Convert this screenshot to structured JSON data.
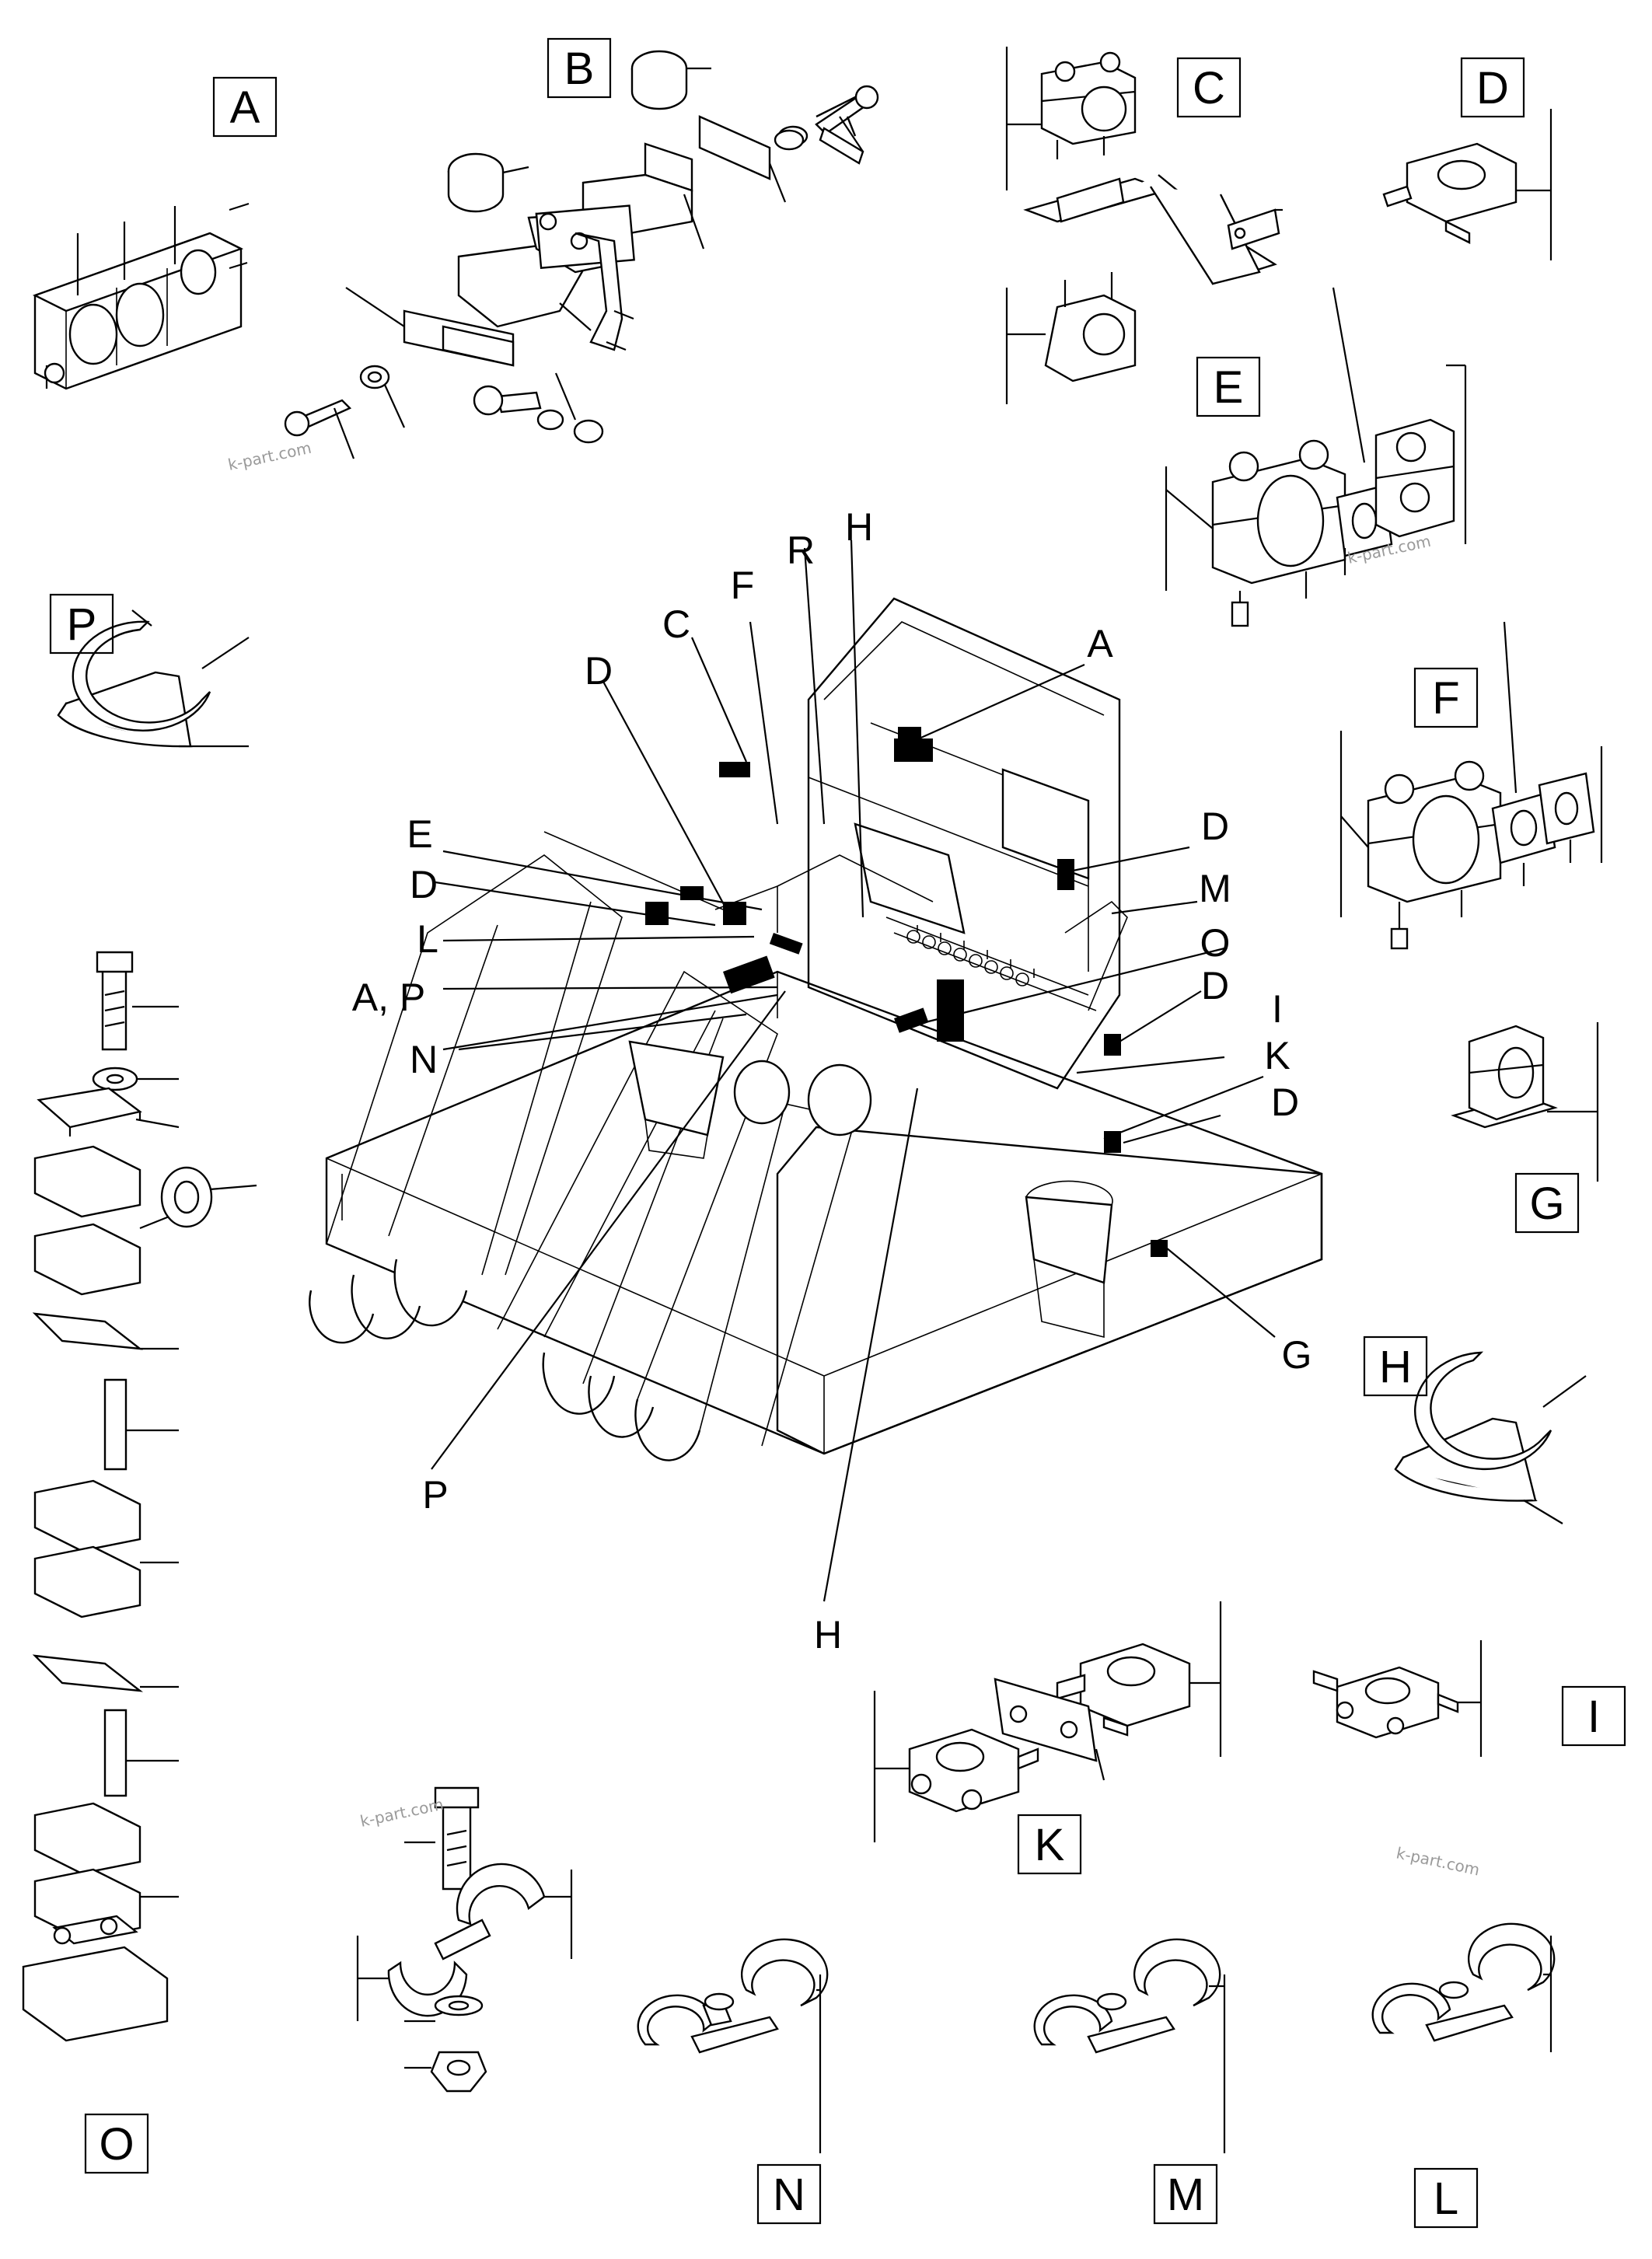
{
  "diagram": {
    "boxed_labels": [
      "A",
      "B",
      "C",
      "D",
      "E",
      "P",
      "F",
      "G",
      "H",
      "I",
      "K",
      "O",
      "N",
      "M",
      "L"
    ],
    "callouts": [
      "H",
      "R",
      "F",
      "C",
      "A",
      "D",
      "D",
      "E",
      "D",
      "L",
      "M",
      "A, P",
      "O",
      "N",
      "D",
      "I",
      "K",
      "D",
      "G",
      "P",
      "H"
    ],
    "watermark": "k-part.com"
  }
}
